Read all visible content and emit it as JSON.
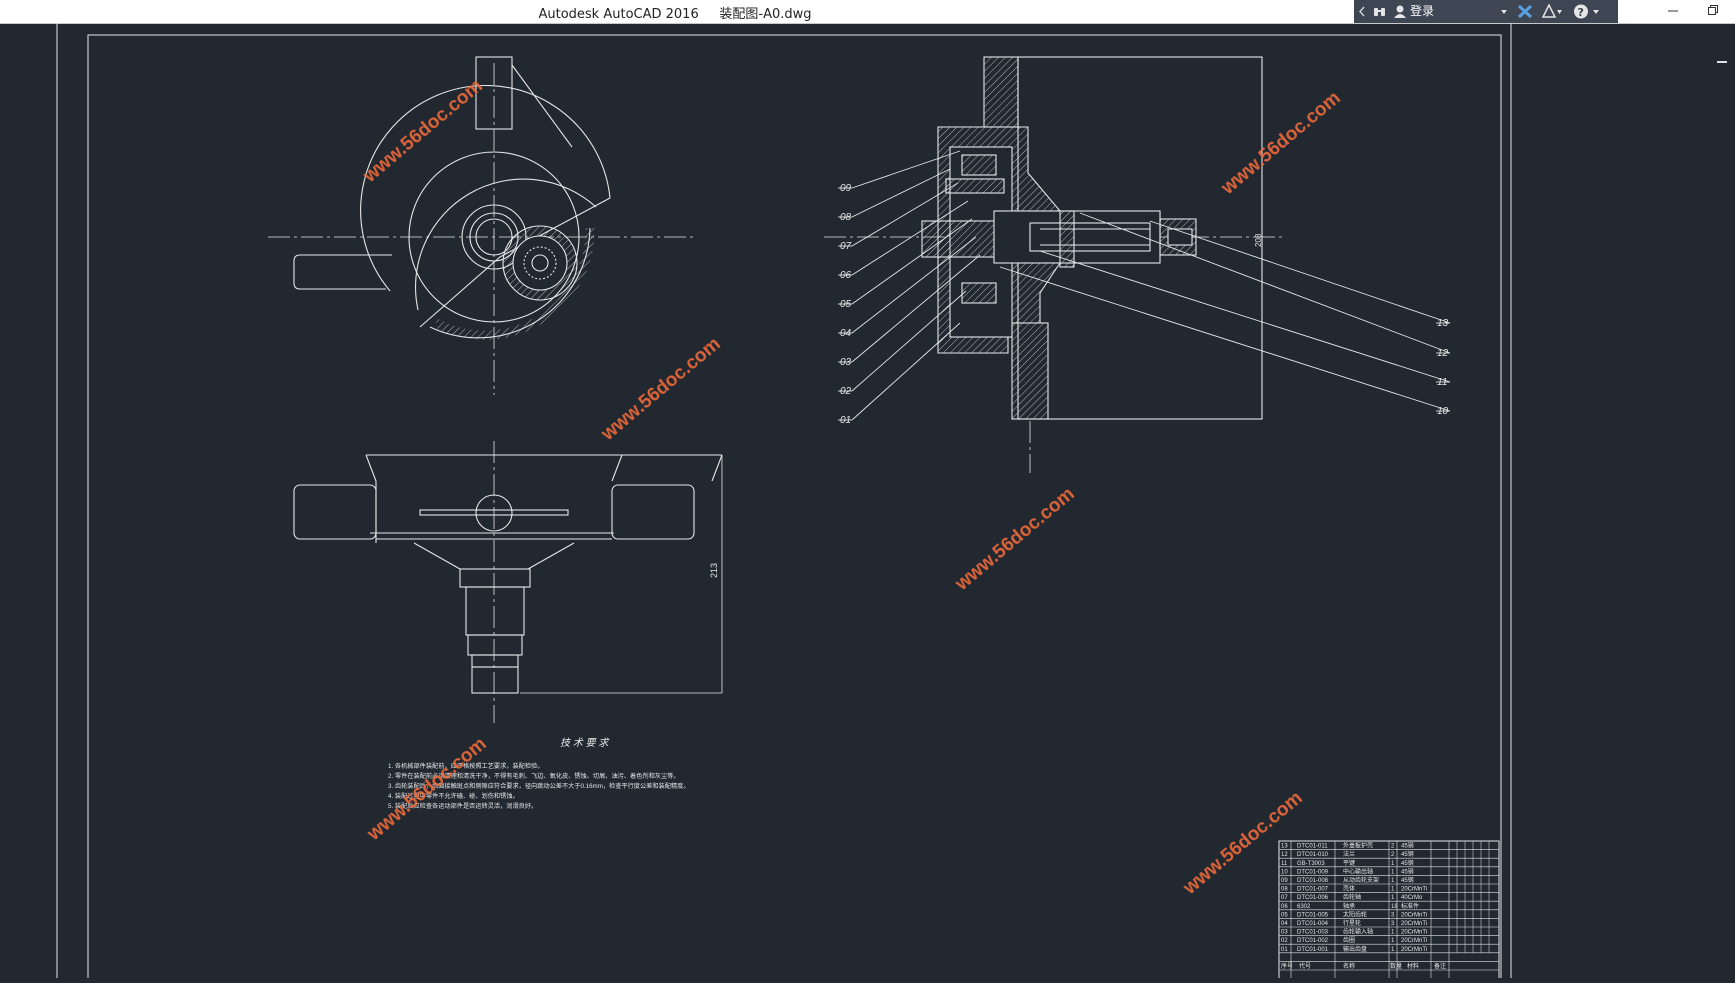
{
  "window": {
    "title": "Autodesk AutoCAD 2016     装配图-A0.dwg",
    "minimize_icon": "minimize-icon",
    "restore_icon": "restore-icon"
  },
  "infocenter": {
    "login_label": "登录",
    "icons": [
      "collapse-arrow-icon",
      "binoculars-search-icon",
      "user-icon",
      "dropdown-arrow-icon",
      "exchange-apps-icon",
      "a360-icon",
      "help-icon"
    ]
  },
  "watermark": {
    "text": "www.56doc.com"
  },
  "drawing": {
    "part_labels_left": [
      "09",
      "08",
      "07",
      "06",
      "05",
      "04",
      "03",
      "02",
      "01"
    ],
    "part_labels_right": [
      "13",
      "12",
      "11",
      "10"
    ],
    "dim_right": "208",
    "dim_bottom": "213",
    "tech_title": "技 术 要 求",
    "tech_notes": [
      "1. 各机械部件装配前，应严格按照工艺要求，装配检验。",
      "2. 零件在装配前必须清理和清洗干净，不得有毛刺、飞边、氧化皮、锈蚀、切屑、油污、着色剂和灰尘等。",
      "3. 齿轮装配后，齿面接触斑点和侧隙应符合要求，径向跳动公差不大于0.16mm，检查平行度公差和装配精度。",
      "4. 装配过程中零件不允许磕、碰、划伤和锈蚀。",
      "5. 装配后应检查各运动部件是否运转灵活，润滑良好。"
    ],
    "bom": [
      {
        "no": "13",
        "code": "DTC01-011",
        "name": "外盖板护壳",
        "qty": "2",
        "mat": "45钢"
      },
      {
        "no": "12",
        "code": "DTC01-010",
        "name": "法兰",
        "qty": "2",
        "mat": "45钢"
      },
      {
        "no": "11",
        "code": "GB-T3003",
        "name": "平键",
        "qty": "1",
        "mat": "45钢"
      },
      {
        "no": "10",
        "code": "DTC01-009",
        "name": "中心输出轴",
        "qty": "1",
        "mat": "45钢"
      },
      {
        "no": "09",
        "code": "DTC01-008",
        "name": "从动齿轮支架",
        "qty": "1",
        "mat": "45钢"
      },
      {
        "no": "08",
        "code": "DTC01-007",
        "name": "壳体",
        "qty": "1",
        "mat": "20CrMnTi"
      },
      {
        "no": "07",
        "code": "DTC01-006",
        "name": "齿轮轴",
        "qty": "1",
        "mat": "40CrMo"
      },
      {
        "no": "06",
        "code": "6302",
        "name": "轴承",
        "qty": "18",
        "mat": "标准件"
      },
      {
        "no": "05",
        "code": "DTC01-005",
        "name": "太阳齿轮",
        "qty": "3",
        "mat": "20CrMnTi"
      },
      {
        "no": "04",
        "code": "DTC01-004",
        "name": "行星轮",
        "qty": "3",
        "mat": "20CrMnTi"
      },
      {
        "no": "03",
        "code": "DTC01-003",
        "name": "齿轮输入轴",
        "qty": "1",
        "mat": "20CrMnTi"
      },
      {
        "no": "02",
        "code": "DTC01-002",
        "name": "齿圈",
        "qty": "1",
        "mat": "20CrMnTi"
      },
      {
        "no": "01",
        "code": "DTC01-001",
        "name": "输出齿盘",
        "qty": "1",
        "mat": "20CrMnTi"
      }
    ],
    "bom_header": [
      "序号",
      "代号",
      "名称",
      "数量",
      "材料",
      "备注"
    ]
  },
  "colors": {
    "canvas": "#212830",
    "line": "#e6e6e6",
    "watermark": "#f06a3a",
    "infocenter": "#3d4652"
  }
}
